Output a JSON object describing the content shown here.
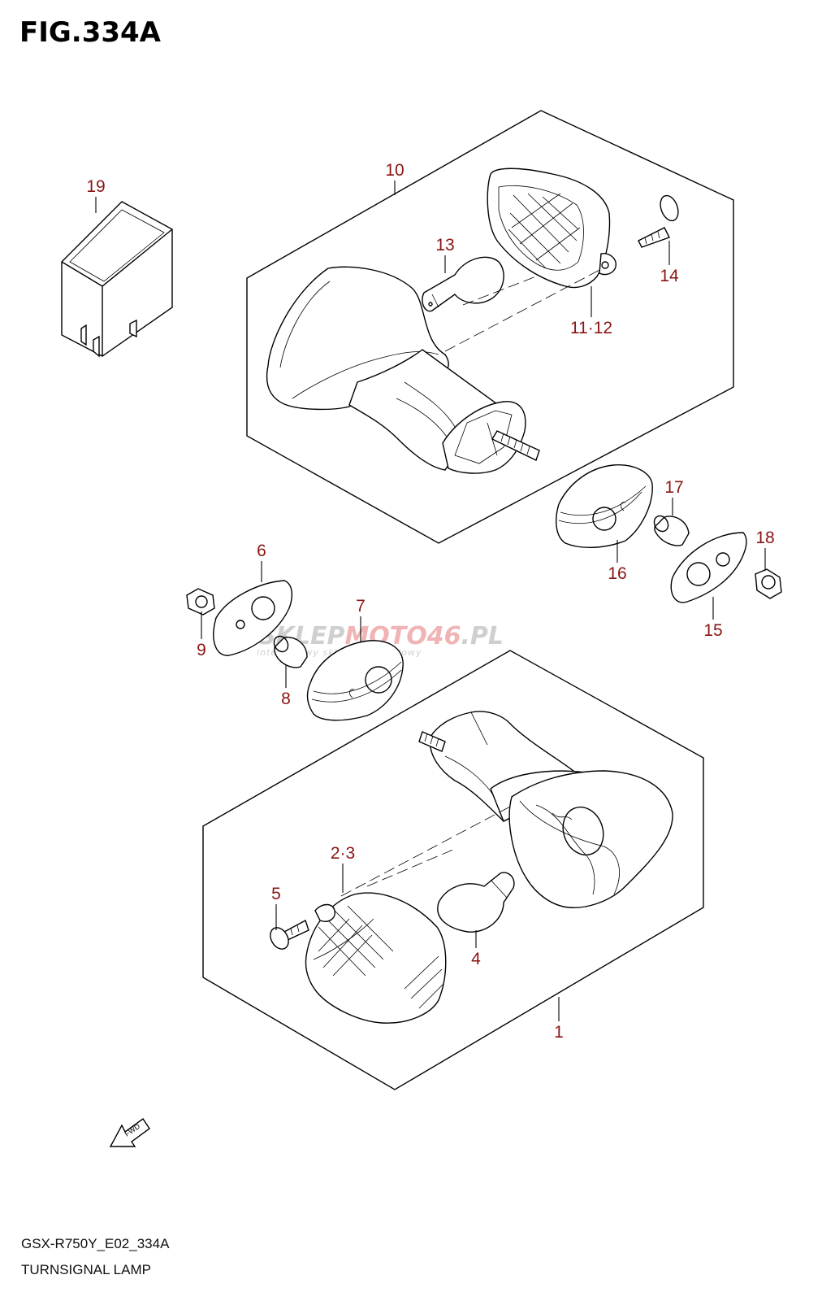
{
  "figure": {
    "title": "FIG.334A",
    "model_code": "GSX-R750Y_E02_334A",
    "name": "TURNSIGNAL LAMP"
  },
  "watermark": {
    "brand_gray_1": "SKLEP",
    "brand_red": "MOTO46",
    "brand_gray_2": ".PL",
    "tagline": "internetowy sklep motocyklowy"
  },
  "fwd_arrow_label": "FWD",
  "callouts": {
    "p1": "1",
    "p2_3": "2·3",
    "p4": "4",
    "p5": "5",
    "p6": "6",
    "p7": "7",
    "p8": "8",
    "p9": "9",
    "p10": "10",
    "p11_12": "11·12",
    "p13": "13",
    "p14": "14",
    "p15": "15",
    "p16": "16",
    "p17": "17",
    "p18": "18",
    "p19": "19"
  },
  "colors": {
    "callout": "#8b1414",
    "line": "#000000",
    "watermark_gray": "#cfcfcf",
    "watermark_red": "#f0b4b4"
  }
}
